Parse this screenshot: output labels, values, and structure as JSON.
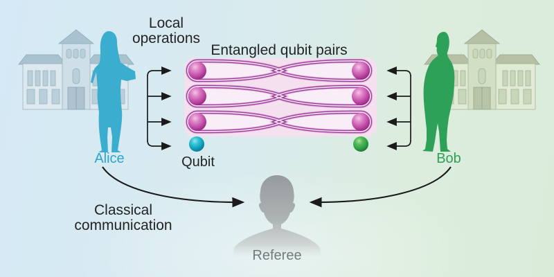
{
  "figure": {
    "titles": {
      "local_operations_line1": "Local",
      "local_operations_line2": "operations",
      "entangled_title": "Entangled qubit pairs",
      "classical_line1": "Classical",
      "classical_line2": "communication"
    },
    "parties": {
      "alice": {
        "label": "Alice",
        "color": "#2aa5d2",
        "building_color": "#dde9ef"
      },
      "bob": {
        "label": "Bob",
        "color": "#2f9e56",
        "building_color": "#e0ead4"
      },
      "referee": {
        "label": "Referee",
        "color": "#73797c"
      }
    },
    "qubit_label": "Qubit",
    "entangled_pairs": {
      "count": 3,
      "panel_color": "#f5e0f0",
      "outline_color": "#9c3f98",
      "sphere_color": "#c24fa8"
    },
    "single_qubits": {
      "alice_qubit_color": "#18a8c4",
      "bob_qubit_color": "#3cab4a"
    },
    "background": {
      "left_color": "#d5e9f6",
      "right_color": "#d9ecda"
    },
    "arrow_color": "#1a1a1a",
    "icons": {
      "alice_silhouette": "woman-silhouette-icon",
      "bob_silhouette": "man-silhouette-icon",
      "referee_silhouette": "head-bust-icon",
      "alice_building": "schoolhouse-icon",
      "bob_building": "schoolhouse-icon"
    }
  }
}
